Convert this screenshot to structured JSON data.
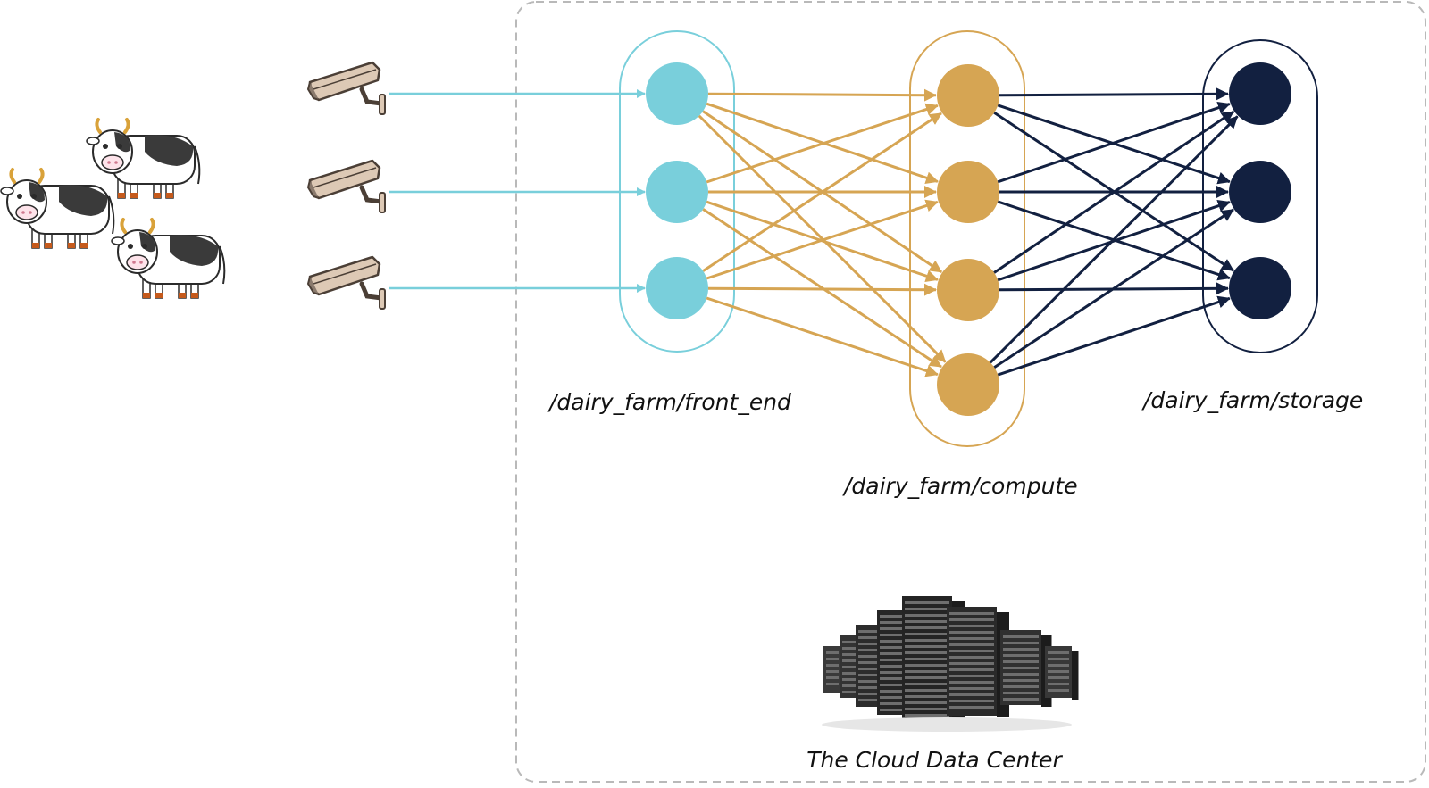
{
  "colors": {
    "front_end": "#79cfdb",
    "compute": "#d6a553",
    "storage": "#122040",
    "boundary": "#b9b9b9",
    "camera_body": "#ddc9b5",
    "camera_outline": "#4b3f36"
  },
  "icons": {
    "cows": "cow-icon",
    "cameras": "security-camera-icon",
    "datacenter": "server-racks-icon"
  },
  "cloud": {
    "label": "The Cloud Data Center"
  },
  "groups": {
    "front_end": {
      "label": "/dairy_farm/front_end",
      "nodes": 3
    },
    "compute": {
      "label": "/dairy_farm/compute",
      "nodes": 4
    },
    "storage": {
      "label": "/dairy_farm/storage",
      "nodes": 3
    }
  },
  "cameras": 3,
  "cows": 3
}
